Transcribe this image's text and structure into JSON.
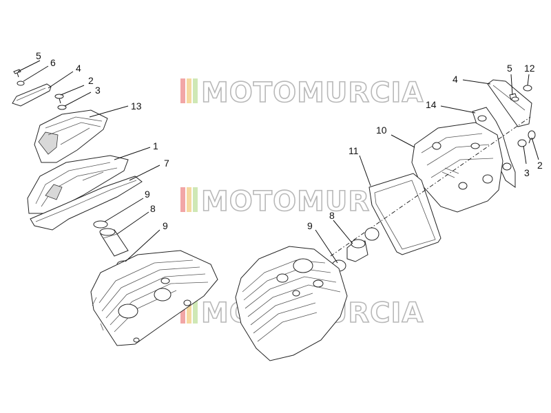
{
  "watermark": {
    "text": "MOTOMURCIA",
    "stripe_colors": [
      "#f2a6a6",
      "#f5d9a0",
      "#cfe8b5",
      "#b9dcef"
    ]
  },
  "callouts": {
    "left": [
      "5",
      "6",
      "4",
      "2",
      "3",
      "13",
      "1",
      "7",
      "9",
      "8",
      "9"
    ],
    "right": [
      "4",
      "5",
      "12",
      "14",
      "10",
      "11",
      "3",
      "2",
      "9",
      "8"
    ]
  }
}
